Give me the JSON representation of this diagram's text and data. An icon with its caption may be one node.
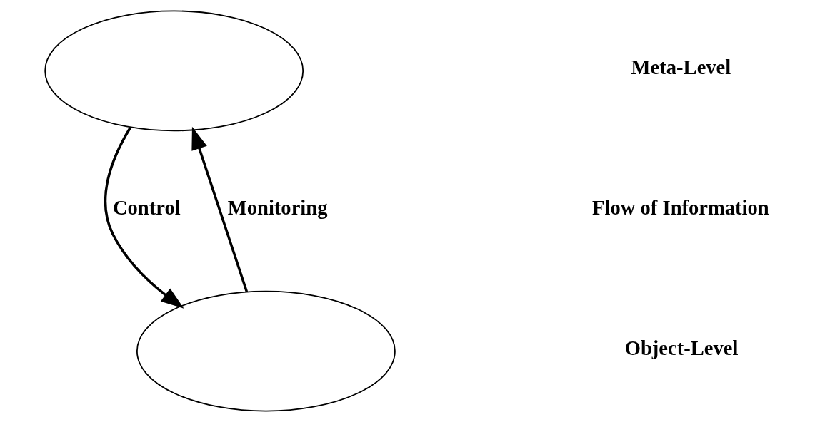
{
  "diagram": {
    "nodes": [
      {
        "text": [],
        "shape": "circle"
      },
      {
        "text": [],
        "shape": "circle"
      }
    ],
    "edges": [
      {
        "from": 0,
        "to": 1,
        "arrow": "to",
        "label": "Control"
      },
      {
        "from": 1,
        "to": 0,
        "arrow": "to",
        "label": "Monitoring"
      }
    ],
    "labels": [
      "Meta-Level",
      "Flow of Information",
      "Object-Level"
    ]
  }
}
